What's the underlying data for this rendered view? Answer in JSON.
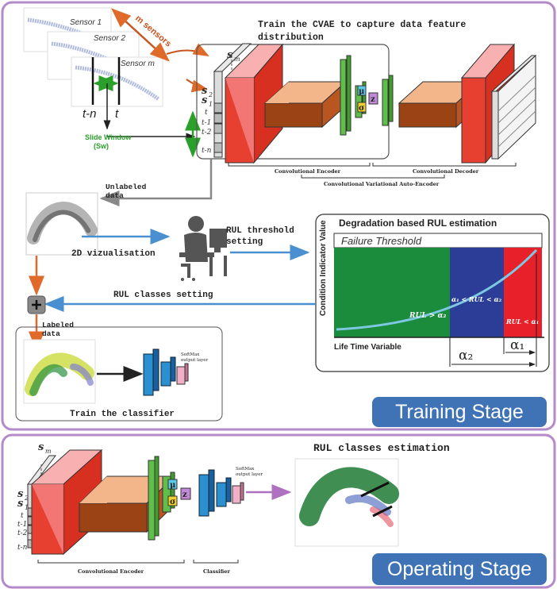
{
  "sensors": {
    "sensor_1": "Sensor 1",
    "sensor_2": "Sensor 2",
    "sensor_m": "Sensor m",
    "m_sensors": "m sensors",
    "t_minus_n": "t-n",
    "t": "t",
    "slide_window": "Slide Window",
    "slide_window_abbr": "(Sw)"
  },
  "cvae": {
    "title_line1": "Train the CVAE to capture data feature",
    "title_line2": "distribution",
    "input_labels": [
      "s",
      "s",
      "s",
      "t",
      "t-1",
      "t-2",
      "t-n"
    ],
    "sub_m": "m",
    "sub_2": "2",
    "sub_1": "1",
    "mu": "μ",
    "z": "z",
    "sigma": "σ",
    "enc_label": "Convolutional Encoder",
    "dec_label": "Convolutional Decoder",
    "vae_label": "Convolutional Variational Auto-Encoder"
  },
  "training": {
    "unlabeled_line1": "Unlabeled",
    "unlabeled_line2": "data",
    "viz_label": "2D vizualisation",
    "rul_threshold_line1": "RUL threshold",
    "rul_threshold_line2": "setting",
    "rul_classes_setting": "RUL classes setting",
    "labeled_line1": "Labeled",
    "labeled_line2": "data",
    "softmax_line1": "SoftMax",
    "softmax_line2": "output layer",
    "train_classifier": "Train the classifier",
    "stage_label": "Training Stage"
  },
  "degradation": {
    "title": "Degradation based RUL estimation",
    "failure_threshold": "Failure Threshold",
    "y_axis": "Condition Indicator Value",
    "x_axis": "Life Time Variable",
    "region_green": "RUL > α₂",
    "region_blue": "α₁ < RUL < α₂",
    "region_red": "RUL < α₁",
    "alpha2": "α₂",
    "alpha1": "α₁",
    "colors": {
      "green": "#1a8c3c",
      "blue": "#2b3d96",
      "red": "#e8202a",
      "curve": "#7ec8e3"
    }
  },
  "operating": {
    "title": "RUL classes estimation",
    "enc_label": "Convolutional Encoder",
    "classifier_label": "Classifier",
    "softmax_line1": "SoftMax",
    "softmax_line2": "output layer",
    "stage_label": "Operating Stage"
  },
  "icons": {
    "plus": "plus-icon",
    "person": "person-at-computer-icon"
  }
}
